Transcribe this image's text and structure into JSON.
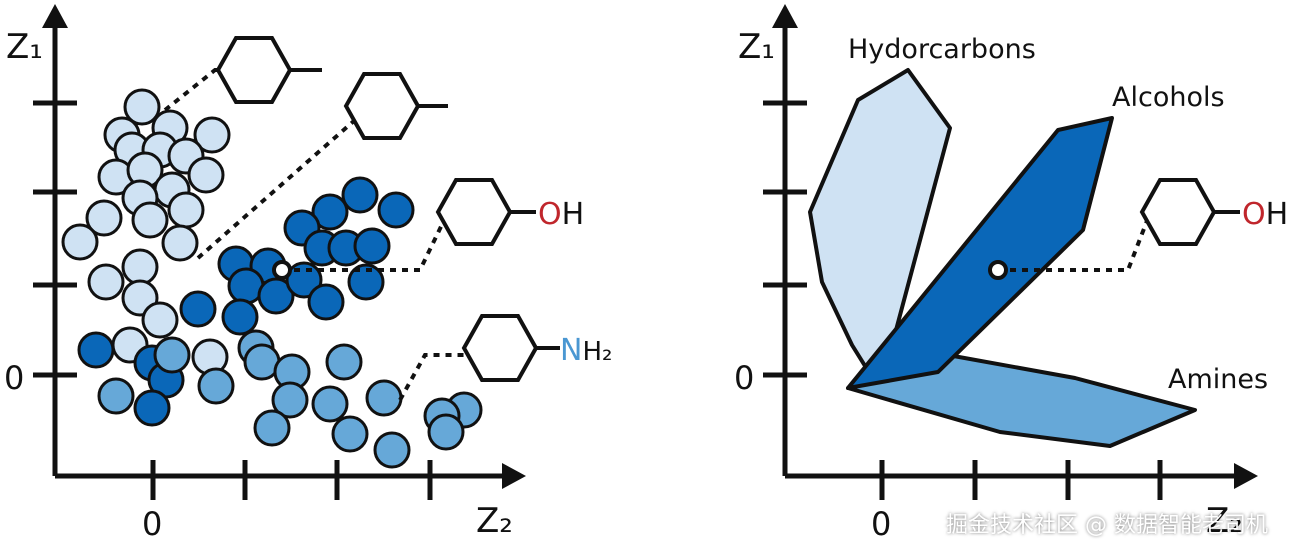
{
  "colors": {
    "hydrocarbons": "#cfe2f3",
    "alcohols": "#0a67b8",
    "amines": "#66a8d8",
    "stroke": "#111111",
    "oh": "#c0262c",
    "nh": "#4a97d2"
  },
  "left_panel": {
    "y_axis_label": "Z₁",
    "x_axis_label": "Z₂",
    "x_zero_label": "0",
    "y_zero_label": "0",
    "structures": [
      {
        "name": "methylcyclohexane-a",
        "group": "",
        "group_color": "stroke"
      },
      {
        "name": "methylcyclohexane-b",
        "group": "",
        "group_color": "stroke"
      },
      {
        "name": "cyclohexanol",
        "group": "OH",
        "group_color": "oh"
      },
      {
        "name": "cyclohexylamine",
        "group": "NH₂",
        "group_color": "nh"
      }
    ]
  },
  "right_panel": {
    "y_axis_label": "Z₁",
    "x_axis_label": "Z₂",
    "x_zero_label": "0",
    "y_zero_label": "0",
    "class_labels": [
      "Hydorcarbons",
      "Alcohols",
      "Amines"
    ],
    "structure": {
      "name": "cyclohexanol",
      "group": "OH",
      "group_color": "oh"
    }
  },
  "watermark": "掘金技术社区 @ 数据智能老司机"
}
